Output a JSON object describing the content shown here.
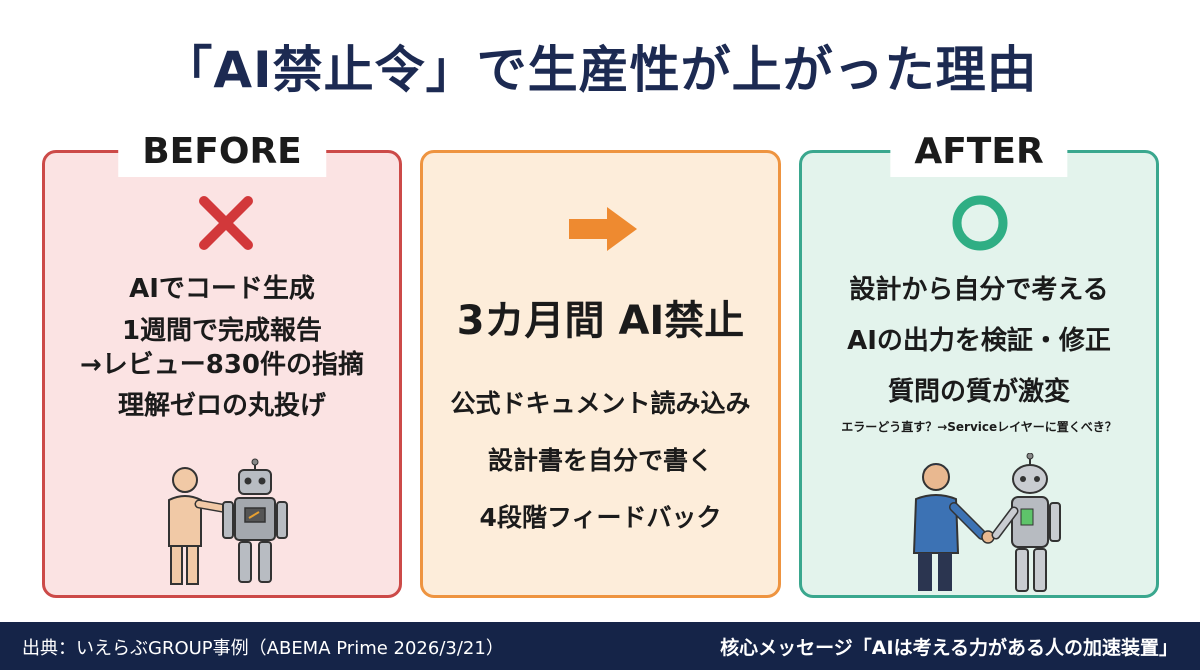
{
  "title": "「AI禁止令」で生産性が上がった理由",
  "before": {
    "label": "BEFORE",
    "lines": [
      "AIでコード生成",
      "1週間で完成報告",
      "→レビュー830件の指摘",
      "理解ゼロの丸投げ"
    ]
  },
  "middle": {
    "headline": "3カ月間 AI禁止",
    "lines": [
      "公式ドキュメント読み込み",
      "設計書を自分で書く",
      "4段階フィードバック"
    ]
  },
  "after": {
    "label": "AFTER",
    "lines": [
      "設計から自分で考える",
      "AIの出力を検証・修正",
      "質問の質が激変"
    ],
    "note": "エラーどう直す？→Serviceレイヤーに置くべき？"
  },
  "footer": {
    "source": "出典：いえらぶGROUP事例（ABEMA Prime 2026/3/21）",
    "message": "核心メッセージ「AIは考える力がある人の加速装置」"
  },
  "colors": {
    "title": "#1c2a52",
    "before_border": "#cc4a48",
    "before_bg": "#fbe3e3",
    "middle_border": "#ee9440",
    "middle_bg": "#fdedda",
    "after_border": "#3aa78e",
    "after_bg": "#e3f3ec",
    "footer_bg": "#152448"
  },
  "icons": [
    "cross-icon",
    "arrow-right-icon",
    "circle-icon",
    "person-with-robot-illustration",
    "handshake-robot-illustration"
  ]
}
